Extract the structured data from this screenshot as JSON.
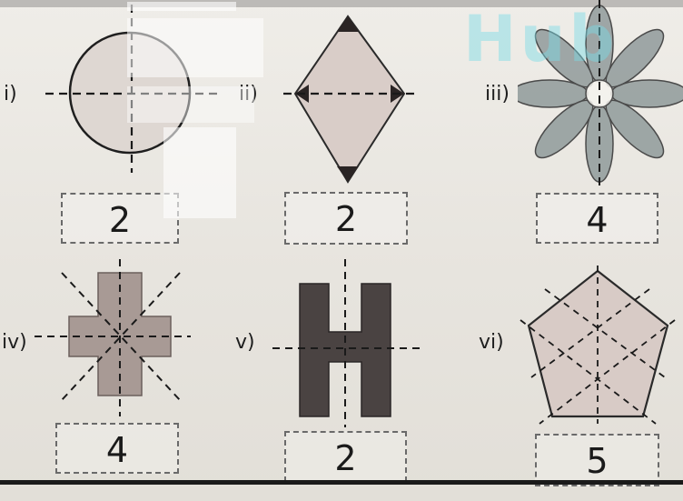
{
  "figures": [
    {
      "roman": "i)",
      "shape": "circle",
      "answer": "2"
    },
    {
      "roman": "ii)",
      "shape": "rhombus",
      "answer": "2"
    },
    {
      "roman": "iii)",
      "shape": "flower",
      "answer": "4"
    },
    {
      "roman": "iv)",
      "shape": "plus",
      "answer": "4"
    },
    {
      "roman": "v)",
      "shape": "letter-h",
      "answer": "2"
    },
    {
      "roman": "vi)",
      "shape": "pentagon",
      "answer": "5"
    }
  ],
  "watermark": {
    "text": "Hub"
  },
  "colors": {
    "shape_fill": "#d8cfc9",
    "dashed_line": "#1a1a1a",
    "h_fill": "#4a4342",
    "watermark": "#78dce6"
  }
}
